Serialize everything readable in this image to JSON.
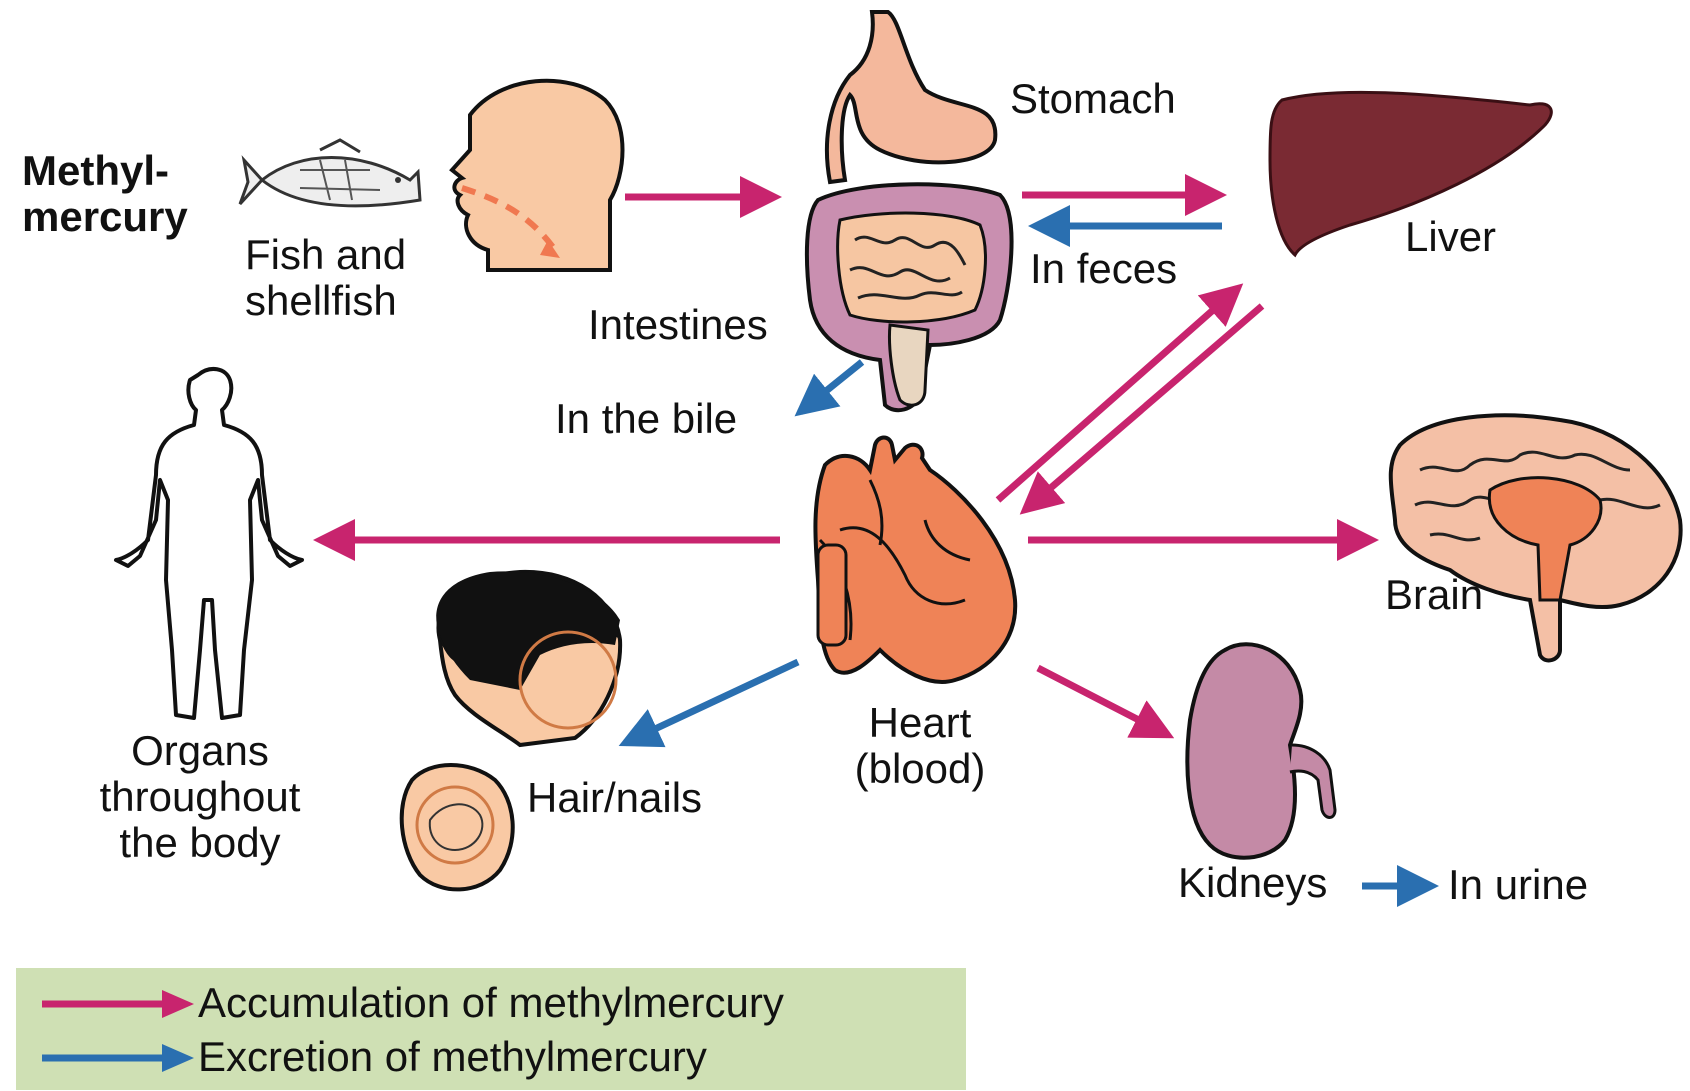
{
  "title": {
    "line1": "Methyl-",
    "line2": "mercury"
  },
  "labels": {
    "fish": {
      "line1": "Fish and",
      "line2": "shellfish"
    },
    "stomach": "Stomach",
    "intestines": "Intestines",
    "liver": "Liver",
    "feces": "In feces",
    "bile": "In the bile",
    "organs": {
      "line1": "Organs",
      "line2": "throughout",
      "line3": "the body"
    },
    "heart": {
      "line1": "Heart",
      "line2": "(blood)"
    },
    "brain": "Brain",
    "hair": "Hair/nails",
    "kidneys": "Kidneys",
    "urine": "In urine"
  },
  "legend": {
    "accumulation": {
      "label": "Accumulation of methylmercury",
      "color": "#c8246e"
    },
    "excretion": {
      "label": "Excretion of methylmercury",
      "color": "#2a6fb0"
    }
  },
  "colors": {
    "skin": "#f9c9a4",
    "stomach": "#f4b89c",
    "intestine_outer": "#c98fb0",
    "intestine_inner": "#f6c6a2",
    "liver": "#7a2a33",
    "heart": "#ef8357",
    "brain": "#f4c0a6",
    "kidney": "#c48aa6",
    "legend_bg": "#cfe0b4"
  },
  "icons": [
    "fish-icon",
    "head-icon",
    "stomach-icon",
    "intestines-icon",
    "liver-icon",
    "body-icon",
    "heart-icon",
    "brain-icon",
    "hair-icon",
    "nails-icon",
    "kidney-icon"
  ]
}
